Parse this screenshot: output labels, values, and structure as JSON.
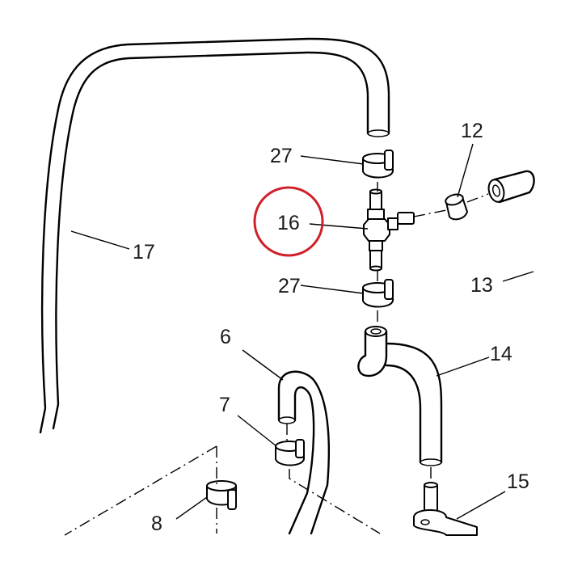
{
  "diagram": {
    "highlight_color": "#d0202a",
    "highlighted_label": "16",
    "labels": {
      "p6": "6",
      "p7": "7",
      "p8": "8",
      "p12": "12",
      "p13": "13",
      "p14": "14",
      "p15": "15",
      "p16": "16",
      "p17": "17",
      "p27_top": "27",
      "p27_bottom": "27"
    }
  }
}
